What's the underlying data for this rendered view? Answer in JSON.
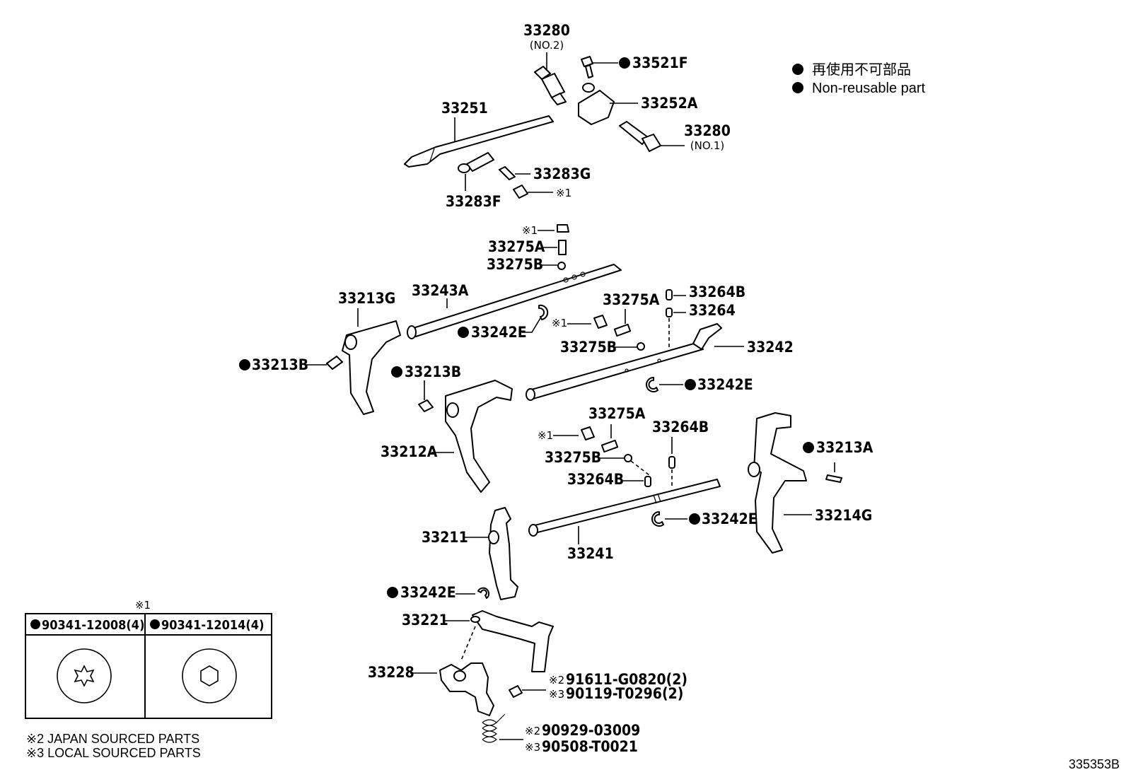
{
  "legend": {
    "line1": "再使用不可部品",
    "line2": "Non-reusable part"
  },
  "labels": {
    "p33280_no2": "33280",
    "p33280_no2_sub": "(NO.2)",
    "p33521F": "33521F",
    "p33252A": "33252A",
    "p33280_no1": "33280",
    "p33280_no1_sub": "(NO.1)",
    "p33251": "33251",
    "p33283G": "33283G",
    "p33283F": "33283F",
    "ref1_a": "※1",
    "ref1_b": "※1",
    "p33275A_top": "33275A",
    "p33275B_top": "33275B",
    "p33243A": "33243A",
    "p33213G": "33213G",
    "p33242E_a": "33242E",
    "p33264B_a": "33264B",
    "p33264": "33264",
    "p33275A_mid": "33275A",
    "ref1_c": "※1",
    "p33275B_mid": "33275B",
    "p33242": "33242",
    "p33213B_a": "33213B",
    "p33213B_b": "33213B",
    "p33242E_b": "33242E",
    "p33275A_low": "33275A",
    "p33264B_b": "33264B",
    "ref1_d": "※1",
    "p33275B_low": "33275B",
    "p33212A": "33212A",
    "p33264B_c": "33264B",
    "p33213A": "33213A",
    "p33242E_c": "33242E",
    "p33214G": "33214G",
    "p33211": "33211",
    "p33241": "33241",
    "p33242E_d": "33242E",
    "p33221": "33221",
    "p33228": "33228",
    "bolt_ref2": "※2",
    "bolt_ref2_part": "91611-G0820(2)",
    "bolt_ref3": "※3",
    "bolt_ref3_part": "90119-T0296(2)",
    "spring_ref2": "※2",
    "spring_ref2_part": "90929-03009",
    "spring_ref3": "※3",
    "spring_ref3_part": "90508-T0021"
  },
  "inset": {
    "title": "※1",
    "left_part": "90341-12008(4)",
    "right_part": "90341-12014(4)"
  },
  "notes": {
    "note2": "※2 JAPAN SOURCED PARTS",
    "note3": "※3 LOCAL SOURCED PARTS"
  },
  "diagram_code": "335353B"
}
